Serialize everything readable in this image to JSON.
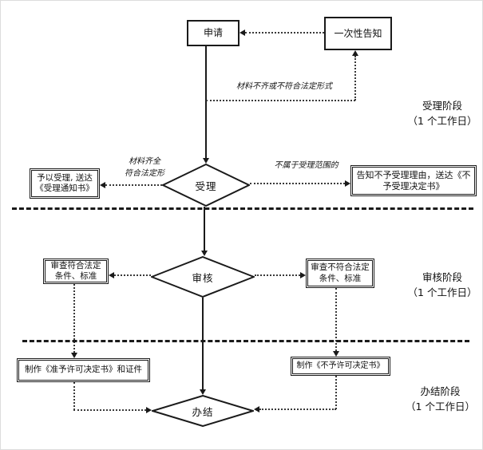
{
  "nodes": {
    "apply": {
      "label": "申请"
    },
    "notice": {
      "label": "一次性告知"
    },
    "accept": {
      "label": "受理"
    },
    "review": {
      "label": "审核"
    },
    "close": {
      "label": "办结"
    },
    "grant": {
      "label": "予以受理, 送达《受理通知书》"
    },
    "reject": {
      "label": "告知不予受理理由，送达《不予受理决定书》"
    },
    "pass": {
      "label": "审查符合法定条件、标准"
    },
    "fail": {
      "label": "审查不符合法定条件、标准"
    },
    "permit": {
      "label": "制作《准予许可决定书》和证件"
    },
    "denial": {
      "label": "制作《不予许可决定书》"
    }
  },
  "edge_labels": {
    "incomplete": "材料不齐或不符合法定形式",
    "complete_line1": "材料齐全",
    "complete_line2": "符合法定形",
    "out_of_scope": "不属于受理范围的"
  },
  "stages": {
    "accept": {
      "name": "受理阶段",
      "duration": "（1 个工作日）"
    },
    "review": {
      "name": "审核阶段",
      "duration": "（1 个工作日）"
    },
    "close": {
      "name": "办结阶段",
      "duration": "（1 个工作日）"
    }
  },
  "colors": {
    "line": "#1a1a1a",
    "background": "#ffffff"
  }
}
